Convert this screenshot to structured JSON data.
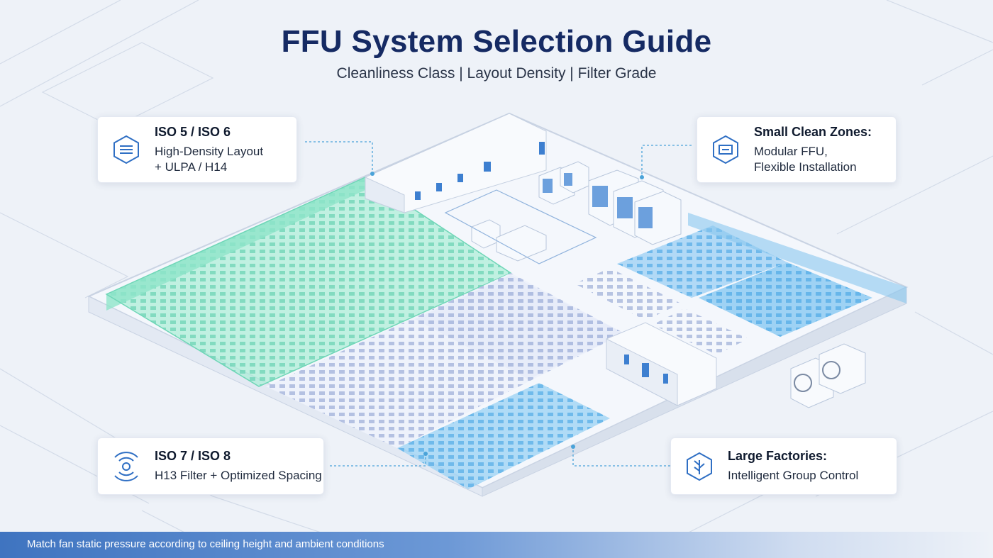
{
  "title": "FFU System Selection Guide",
  "subtitle": "Cleanliness Class | Layout Density | Filter Grade",
  "cards": {
    "iso56": {
      "heading": "ISO 5 / ISO 6",
      "line1": "High-Density Layout",
      "line2": "+ ULPA / H14",
      "icon": "filter-hexagon-icon"
    },
    "small_zones": {
      "heading": "Small Clean Zones:",
      "line1": "Modular FFU,",
      "line2": "Flexible Installation",
      "icon": "modular-unit-icon"
    },
    "iso78": {
      "heading": "ISO 7 / ISO 8",
      "line1": "H13 Filter + Optimized Spacing",
      "icon": "airflow-signal-icon"
    },
    "large_factories": {
      "heading": "Large Factories:",
      "line1": "Intelligent Group Control",
      "icon": "tree-network-icon"
    }
  },
  "footer": "Match fan static pressure according to ceiling height and ambient conditions",
  "colors": {
    "title": "#152a63",
    "accent_blue": "#2f6fc4",
    "zone_green": "#7fe0c4",
    "zone_blue": "#7cc2ee",
    "footer_bar": "#3f74c0"
  }
}
